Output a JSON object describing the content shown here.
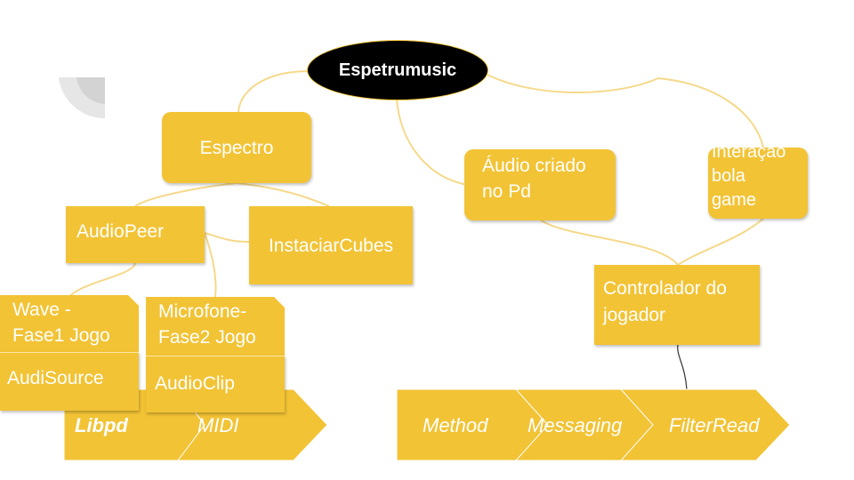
{
  "root": {
    "label": "Espetrumusic"
  },
  "nodes": {
    "espectro": "Espectro",
    "audiopeer": "AudioPeer",
    "instaciarcubes": "InstaciarCubes",
    "wave": "Wave -\nFase1 Jogo",
    "audisource": "AudiSource",
    "microfone": "Microfone-\nFase2 Jogo",
    "audioclip": "AudioClip",
    "audio_criado": "Áudio criado\nno Pd",
    "interacao": "Interação\nbola\ngame",
    "controlador": "Controlador do\njogador"
  },
  "chevrons_left": [
    "Libpd",
    "MIDI"
  ],
  "chevrons_right": [
    "Method",
    "Messaging",
    "FilterRead"
  ],
  "colors": {
    "node": "#f2c335",
    "root": "#000000",
    "connector": "#f5d98a",
    "text": "#ffffff"
  }
}
